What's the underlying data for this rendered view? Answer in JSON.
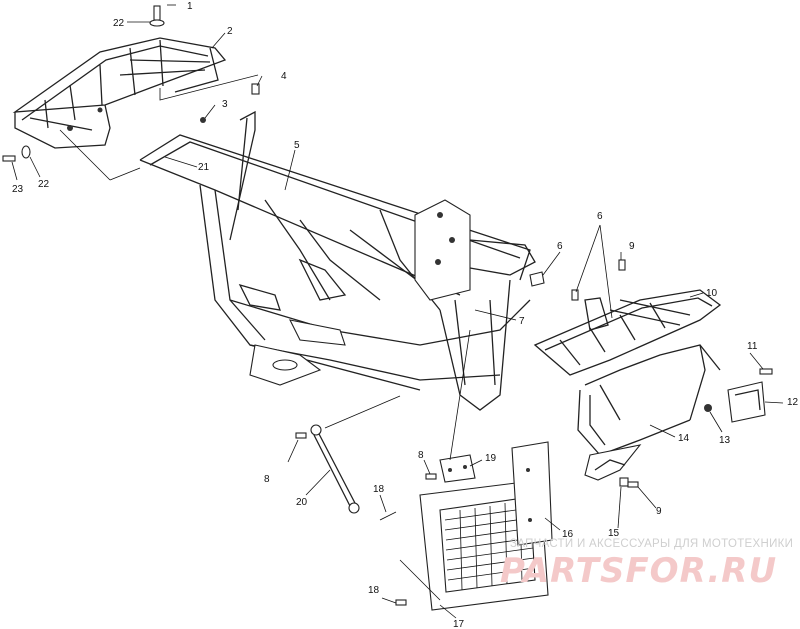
{
  "diagram": {
    "callouts": [
      {
        "id": "c1",
        "label": "1"
      },
      {
        "id": "c2",
        "label": "2"
      },
      {
        "id": "c3",
        "label": "3"
      },
      {
        "id": "c4",
        "label": "4"
      },
      {
        "id": "c5",
        "label": "5"
      },
      {
        "id": "c6a",
        "label": "6"
      },
      {
        "id": "c6b",
        "label": "6"
      },
      {
        "id": "c7",
        "label": "7"
      },
      {
        "id": "c8a",
        "label": "8"
      },
      {
        "id": "c8b",
        "label": "8"
      },
      {
        "id": "c9a",
        "label": "9"
      },
      {
        "id": "c9b",
        "label": "9"
      },
      {
        "id": "c10",
        "label": "10"
      },
      {
        "id": "c11",
        "label": "11"
      },
      {
        "id": "c12",
        "label": "12"
      },
      {
        "id": "c13",
        "label": "13"
      },
      {
        "id": "c14",
        "label": "14"
      },
      {
        "id": "c15",
        "label": "15"
      },
      {
        "id": "c16",
        "label": "16"
      },
      {
        "id": "c17",
        "label": "17"
      },
      {
        "id": "c18a",
        "label": "18"
      },
      {
        "id": "c18b",
        "label": "18"
      },
      {
        "id": "c19",
        "label": "19"
      },
      {
        "id": "c20",
        "label": "20"
      },
      {
        "id": "c21",
        "label": "21"
      },
      {
        "id": "c22a",
        "label": "22"
      },
      {
        "id": "c22b",
        "label": "22"
      },
      {
        "id": "c23",
        "label": "23"
      }
    ]
  },
  "watermark": {
    "tagline": "ЗАПЧАСТИ И АКСЕССУАРЫ ДЛЯ МОТОТЕХНИКИ",
    "logo": "PARTSFOR.RU",
    "color": "#f4c9c9"
  }
}
